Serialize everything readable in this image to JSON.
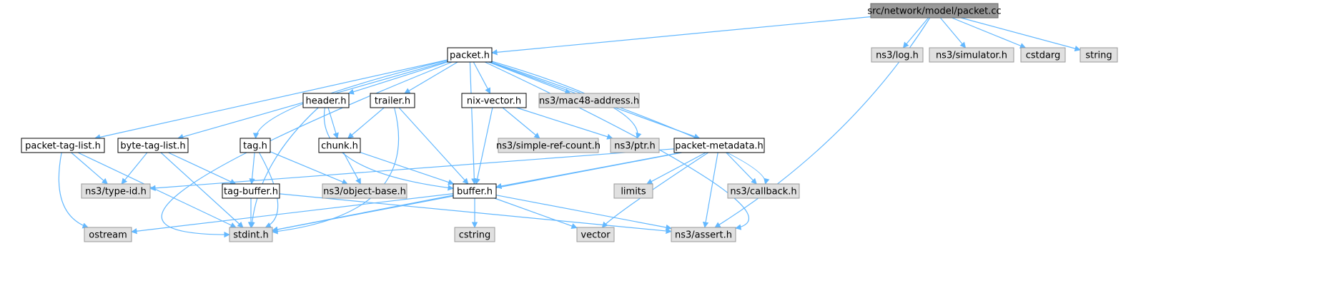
{
  "graph": {
    "colors": {
      "root_fill": "#999999",
      "root_stroke": "#666666",
      "doc_fill": "#ffffff",
      "doc_stroke": "#000000",
      "ext_fill": "#e0e0e0",
      "ext_stroke": "#999999",
      "edge": "#63b8ff"
    },
    "nodes": [
      {
        "id": "root",
        "label": "src/network/model/packet.cc",
        "kind": "root"
      },
      {
        "id": "packet_h",
        "label": "packet.h",
        "kind": "doc"
      },
      {
        "id": "log_h",
        "label": "ns3/log.h",
        "kind": "ext"
      },
      {
        "id": "simulator_h",
        "label": "ns3/simulator.h",
        "kind": "ext"
      },
      {
        "id": "cstdarg",
        "label": "cstdarg",
        "kind": "ext"
      },
      {
        "id": "string",
        "label": "string",
        "kind": "ext"
      },
      {
        "id": "header_h",
        "label": "header.h",
        "kind": "doc"
      },
      {
        "id": "trailer_h",
        "label": "trailer.h",
        "kind": "doc"
      },
      {
        "id": "nixvector_h",
        "label": "nix-vector.h",
        "kind": "doc"
      },
      {
        "id": "mac48_h",
        "label": "ns3/mac48-address.h",
        "kind": "ext"
      },
      {
        "id": "packettaglist_h",
        "label": "packet-tag-list.h",
        "kind": "doc"
      },
      {
        "id": "bytetaglist_h",
        "label": "byte-tag-list.h",
        "kind": "doc"
      },
      {
        "id": "tag_h",
        "label": "tag.h",
        "kind": "doc"
      },
      {
        "id": "chunk_h",
        "label": "chunk.h",
        "kind": "doc"
      },
      {
        "id": "simplerefcount_h",
        "label": "ns3/simple-ref-count.h",
        "kind": "ext"
      },
      {
        "id": "ptr_h",
        "label": "ns3/ptr.h",
        "kind": "ext"
      },
      {
        "id": "packetmetadata_h",
        "label": "packet-metadata.h",
        "kind": "doc"
      },
      {
        "id": "typeid_h",
        "label": "ns3/type-id.h",
        "kind": "ext"
      },
      {
        "id": "tagbuffer_h",
        "label": "tag-buffer.h",
        "kind": "doc"
      },
      {
        "id": "objectbase_h",
        "label": "ns3/object-base.h",
        "kind": "ext"
      },
      {
        "id": "buffer_h",
        "label": "buffer.h",
        "kind": "doc"
      },
      {
        "id": "limits",
        "label": "limits",
        "kind": "ext"
      },
      {
        "id": "callback_h",
        "label": "ns3/callback.h",
        "kind": "ext"
      },
      {
        "id": "ostream",
        "label": "ostream",
        "kind": "ext"
      },
      {
        "id": "stdint_h",
        "label": "stdint.h",
        "kind": "ext"
      },
      {
        "id": "cstring",
        "label": "cstring",
        "kind": "ext"
      },
      {
        "id": "vector",
        "label": "vector",
        "kind": "ext"
      },
      {
        "id": "assert_h",
        "label": "ns3/assert.h",
        "kind": "ext"
      }
    ],
    "edges": [
      [
        "root",
        "packet_h"
      ],
      [
        "root",
        "log_h"
      ],
      [
        "root",
        "simulator_h"
      ],
      [
        "root",
        "cstdarg"
      ],
      [
        "root",
        "string"
      ],
      [
        "root",
        "assert_h"
      ],
      [
        "packet_h",
        "header_h"
      ],
      [
        "packet_h",
        "trailer_h"
      ],
      [
        "packet_h",
        "nixvector_h"
      ],
      [
        "packet_h",
        "mac48_h"
      ],
      [
        "packet_h",
        "packettaglist_h"
      ],
      [
        "packet_h",
        "bytetaglist_h"
      ],
      [
        "packet_h",
        "tag_h"
      ],
      [
        "packet_h",
        "buffer_h"
      ],
      [
        "packet_h",
        "ptr_h"
      ],
      [
        "packet_h",
        "packetmetadata_h"
      ],
      [
        "packet_h",
        "callback_h"
      ],
      [
        "packet_h",
        "assert_h"
      ],
      [
        "packet_h",
        "stdint_h"
      ],
      [
        "header_h",
        "chunk_h"
      ],
      [
        "header_h",
        "buffer_h"
      ],
      [
        "header_h",
        "stdint_h"
      ],
      [
        "trailer_h",
        "chunk_h"
      ],
      [
        "trailer_h",
        "buffer_h"
      ],
      [
        "trailer_h",
        "stdint_h"
      ],
      [
        "nixvector_h",
        "simplerefcount_h"
      ],
      [
        "nixvector_h",
        "ptr_h"
      ],
      [
        "nixvector_h",
        "buffer_h"
      ],
      [
        "packettaglist_h",
        "typeid_h"
      ],
      [
        "packettaglist_h",
        "ostream"
      ],
      [
        "packettaglist_h",
        "stdint_h"
      ],
      [
        "bytetaglist_h",
        "typeid_h"
      ],
      [
        "bytetaglist_h",
        "tagbuffer_h"
      ],
      [
        "bytetaglist_h",
        "stdint_h"
      ],
      [
        "tag_h",
        "tagbuffer_h"
      ],
      [
        "tag_h",
        "objectbase_h"
      ],
      [
        "tag_h",
        "stdint_h"
      ],
      [
        "chunk_h",
        "objectbase_h"
      ],
      [
        "chunk_h",
        "buffer_h"
      ],
      [
        "packetmetadata_h",
        "typeid_h"
      ],
      [
        "packetmetadata_h",
        "buffer_h"
      ],
      [
        "packetmetadata_h",
        "limits"
      ],
      [
        "packetmetadata_h",
        "callback_h"
      ],
      [
        "packetmetadata_h",
        "vector"
      ],
      [
        "packetmetadata_h",
        "assert_h"
      ],
      [
        "packetmetadata_h",
        "stdint_h"
      ],
      [
        "tagbuffer_h",
        "stdint_h"
      ],
      [
        "tagbuffer_h",
        "assert_h"
      ],
      [
        "buffer_h",
        "ostream"
      ],
      [
        "buffer_h",
        "stdint_h"
      ],
      [
        "buffer_h",
        "cstring"
      ],
      [
        "buffer_h",
        "vector"
      ],
      [
        "buffer_h",
        "assert_h"
      ]
    ]
  }
}
